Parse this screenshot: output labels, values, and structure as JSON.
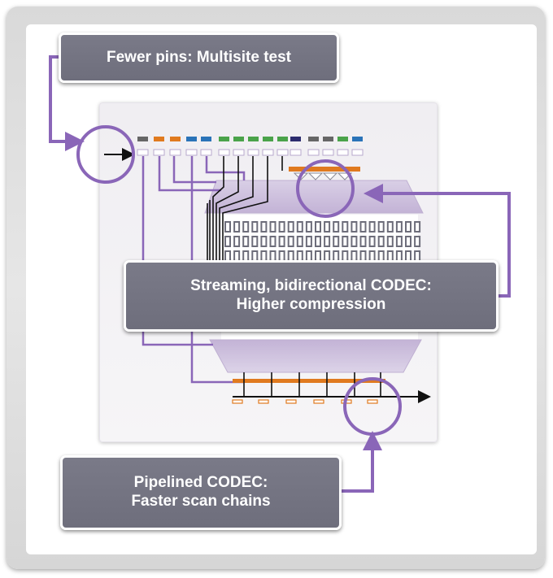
{
  "callouts": {
    "fewer_pins": {
      "text": "Fewer pins: Multisite test"
    },
    "streaming": {
      "line1": "Streaming, bidirectional CODEC:",
      "line2": "Higher compression"
    },
    "pipelined": {
      "line1": "Pipelined CODEC:",
      "line2": "Faster scan chains"
    }
  },
  "colors": {
    "accent_purple": "#8a66b8",
    "callout_gray": "#72727f",
    "codec_fill": "#cdbfdc",
    "orange": "#e07a1f",
    "green": "#4aa34a",
    "blue": "#2a73b8",
    "navy": "#2c2c6e"
  },
  "icons": {
    "input_arrow": "arrow-right-icon",
    "output_arrow": "arrow-right-icon"
  }
}
